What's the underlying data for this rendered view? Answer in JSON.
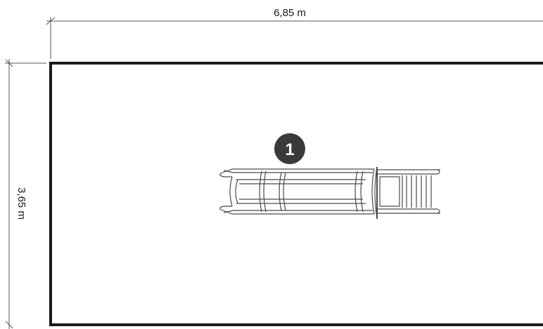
{
  "dimensions": {
    "width_label": "6,85 m",
    "height_label": "3,65 m"
  },
  "marker": {
    "number": "1"
  },
  "colors": {
    "outline": "#1a1a1a",
    "marker_fill": "#3a3a3a",
    "drawing_line": "#4a4a4a",
    "background": "#ffffff"
  },
  "icons": {
    "equipment": "slide-icon",
    "marker": "numbered-circle-icon"
  }
}
